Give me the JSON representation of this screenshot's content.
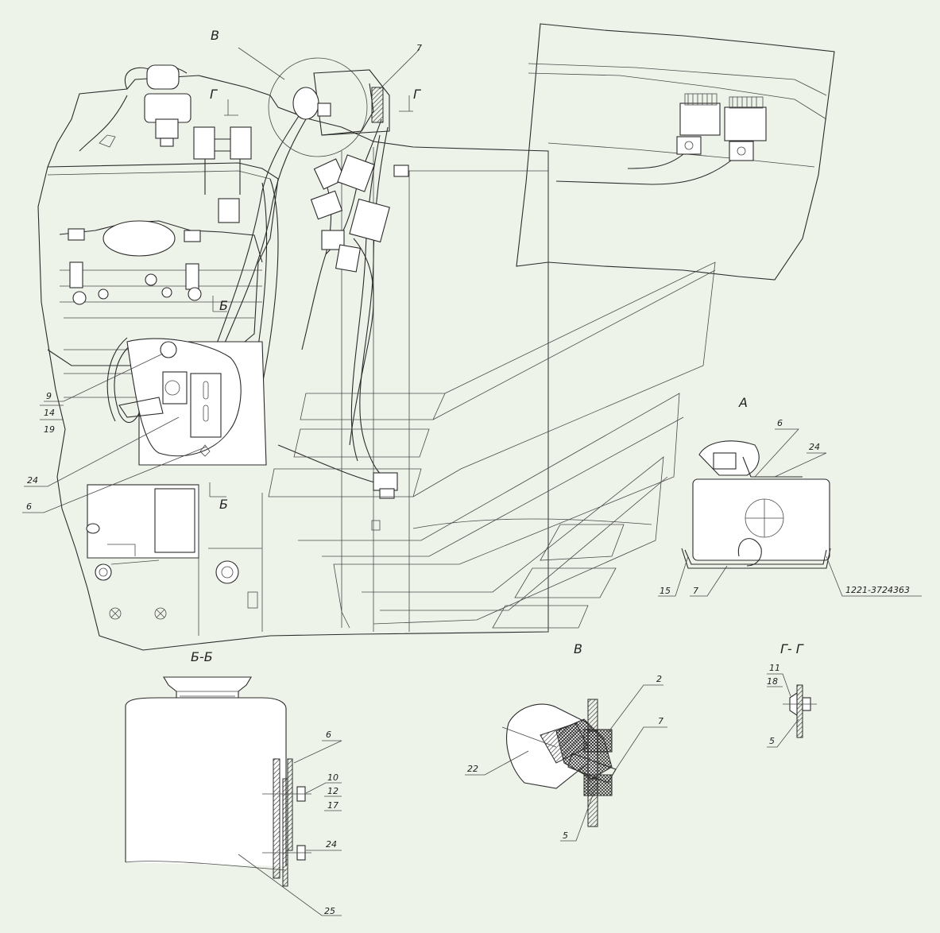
{
  "views": {
    "view_A": "А",
    "view_B_callout": "В",
    "view_B_detail": "В",
    "section_BB": "Б-Б",
    "section_GG": "Г- Г",
    "cut_B_top": "Б",
    "cut_B_bottom": "Б",
    "cut_G_left": "Г",
    "cut_G_right": "Г"
  },
  "main_view_callouts": {
    "c7": "7",
    "c9": "9",
    "c14": "14",
    "c19": "19",
    "c24": "24",
    "c6": "6"
  },
  "view_A_callouts": {
    "c6": "6",
    "c24": "24",
    "c15": "15",
    "c7": "7",
    "part_number": "1221-3724363"
  },
  "section_BB_callouts": {
    "c6": "6",
    "c10": "10",
    "c12": "12",
    "c17": "17",
    "c24": "24",
    "c25": "25"
  },
  "view_B_callouts": {
    "c2": "2",
    "c7": "7",
    "c22": "22",
    "c5": "5"
  },
  "section_GG_callouts": {
    "c11": "11",
    "c18": "18",
    "c5": "5"
  }
}
